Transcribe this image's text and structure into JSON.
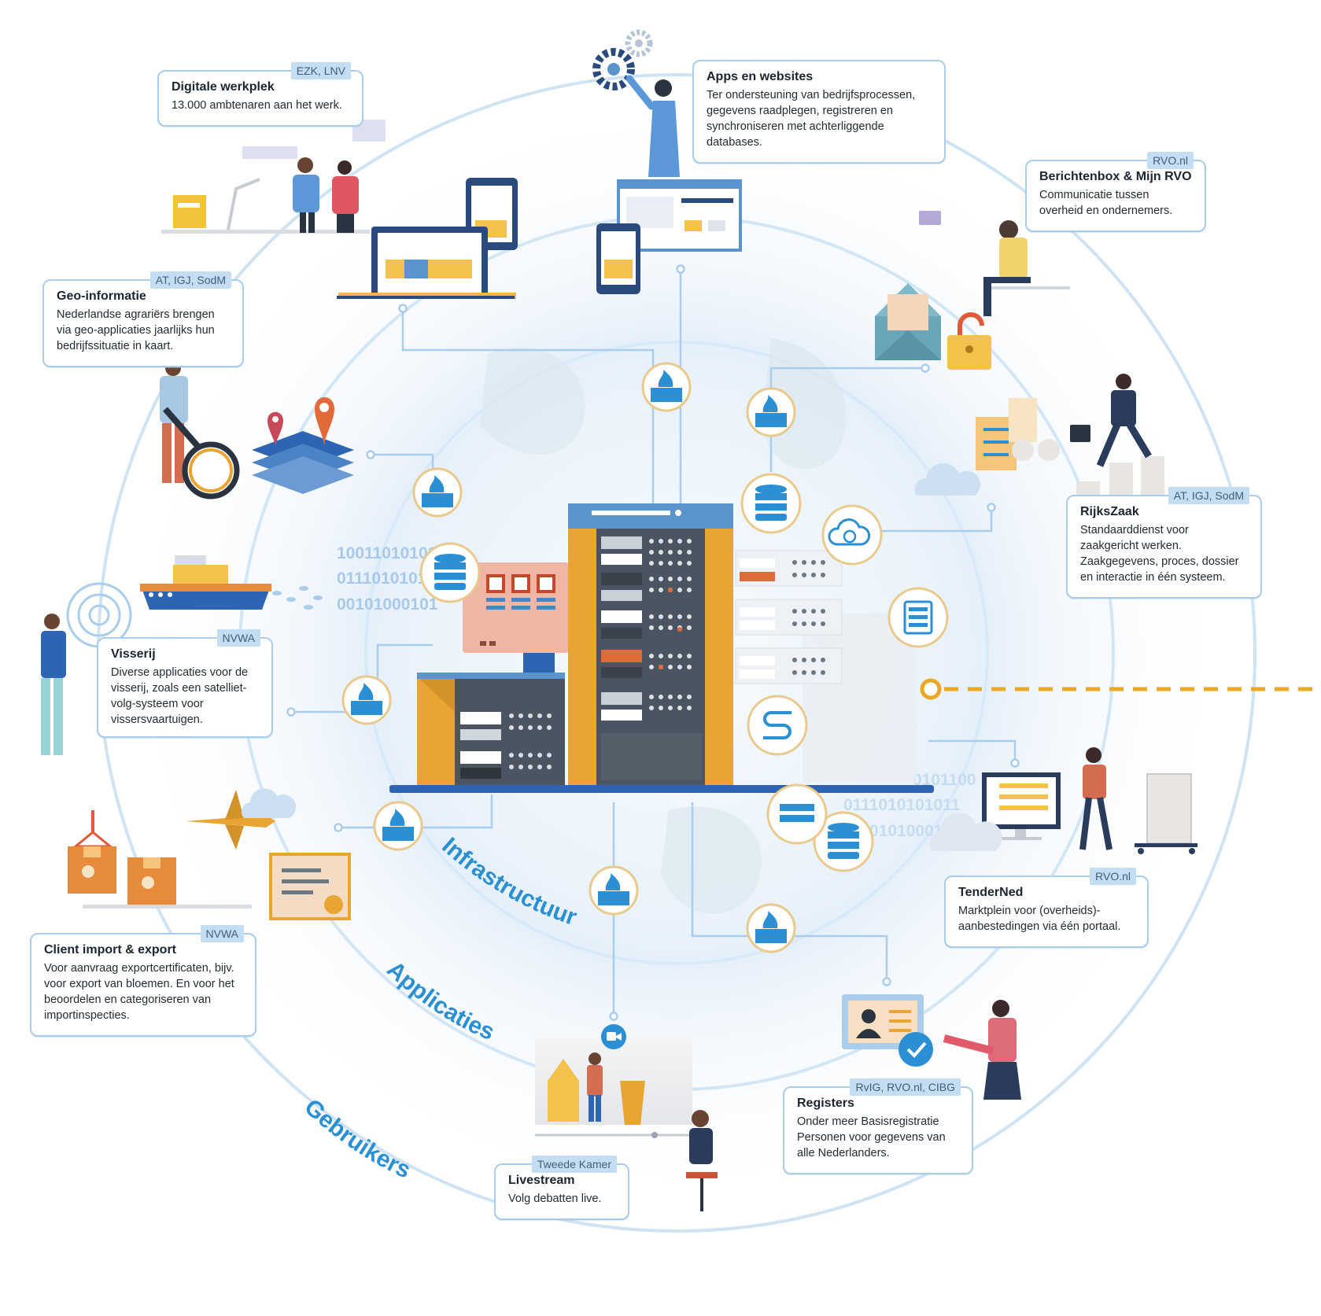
{
  "ring_labels": {
    "infrastructure": "Infrastructuur",
    "applications": "Applicaties",
    "users": "Gebruikers"
  },
  "binary_text": {
    "left_1": "10011010101001",
    "left_2": "01110101010",
    "left_3": "00101000101",
    "right_1": "0101100",
    "right_2": "0111010101011",
    "right_3": "01010001"
  },
  "cards": {
    "digitale_werkplek": {
      "tag": "EZK, LNV",
      "title": "Digitale werkplek",
      "desc": "13.000 ambtenaren aan het werk."
    },
    "apps_websites": {
      "tag": "",
      "title": "Apps en websites",
      "desc": "Ter ondersteuning van bedrijfsprocessen, gegevens raadplegen, registreren en synchroniseren met achterliggende databases."
    },
    "berichtenbox": {
      "tag": "RVO.nl",
      "title": "Berichtenbox & Mijn RVO",
      "desc": "Communicatie tussen overheid en ondernemers."
    },
    "geo_informatie": {
      "tag": "AT, IGJ, SodM",
      "title": "Geo-informatie",
      "desc": "Nederlandse agrariërs brengen via geo-applicaties jaarlijks hun bedrijfssituatie in kaart."
    },
    "rijkszaak": {
      "tag": "AT, IGJ, SodM",
      "title": "RijksZaak",
      "desc": "Standaarddienst voor zaakgericht werken. Zaakgegevens, proces, dossier en interactie in één systeem."
    },
    "visserij": {
      "tag": "NVWA",
      "title": "Visserij",
      "desc": "Diverse applicaties voor de visserij, zoals een satelliet-volg-systeem voor vissersvaartuigen."
    },
    "tenderned": {
      "tag": "RVO.nl",
      "title": "TenderNed",
      "desc": "Marktplein voor (overheids)-aanbestedingen via één portaal."
    },
    "client": {
      "tag": "NVWA",
      "title": "Client import & export",
      "desc": "Voor aanvraag exportcertificaten, bijv. voor export van bloemen. En voor het beoordelen en categoriseren van importinspecties."
    },
    "registers": {
      "tag": "RvIG, RVO.nl, CIBG",
      "title": "Registers",
      "desc": "Onder meer Basisregistratie Personen voor gegevens van alle Nederlanders."
    },
    "livestream": {
      "tag": "Tweede Kamer",
      "title": "Livestream",
      "desc": "Volg debatten live."
    }
  },
  "colors": {
    "ring": "#cfe3f3",
    "accent_blue": "#2b8fd3",
    "server_orange": "#e8a531",
    "server_dark": "#4b5561",
    "server_blue": "#5b93cf",
    "card_border": "#a9cdea",
    "tag_bg": "#c4ddf2",
    "dashed_line": "#eaa824"
  },
  "icons": {
    "firewall": "firewall-icon",
    "database": "database-icon",
    "cloud_sync": "cloud-sync-icon",
    "server": "server-icon",
    "network": "network-icon"
  }
}
